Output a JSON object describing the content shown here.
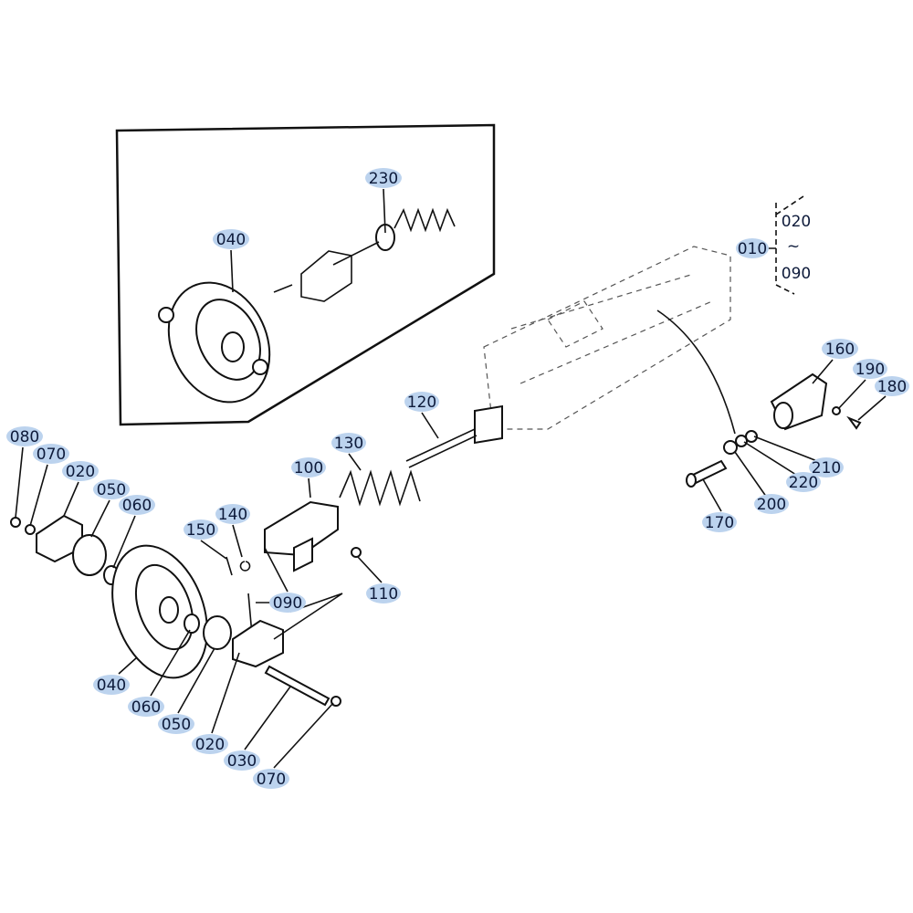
{
  "diagram": {
    "inset_labels": {
      "spring_seat": "230",
      "idler_wheel": "040"
    },
    "assembly_bracket": {
      "assembly": "010",
      "range_start": "020",
      "range_symbol": "~",
      "range_end": "090"
    },
    "labels": {
      "l160": "160",
      "l190": "190",
      "l180": "180",
      "l120": "120",
      "l130": "130",
      "l100": "100",
      "l210": "210",
      "l220": "220",
      "l200": "200",
      "l170": "170",
      "l080": "080",
      "l070a": "070",
      "l020a": "020",
      "l050a": "050",
      "l060a": "060",
      "l140": "140",
      "l150": "150",
      "l110": "110",
      "l090": "090",
      "l040": "040",
      "l060b": "060",
      "l050b": "050",
      "l020b": "020",
      "l030": "030",
      "l070b": "070"
    },
    "highlight_color": "#bcd3ee"
  }
}
